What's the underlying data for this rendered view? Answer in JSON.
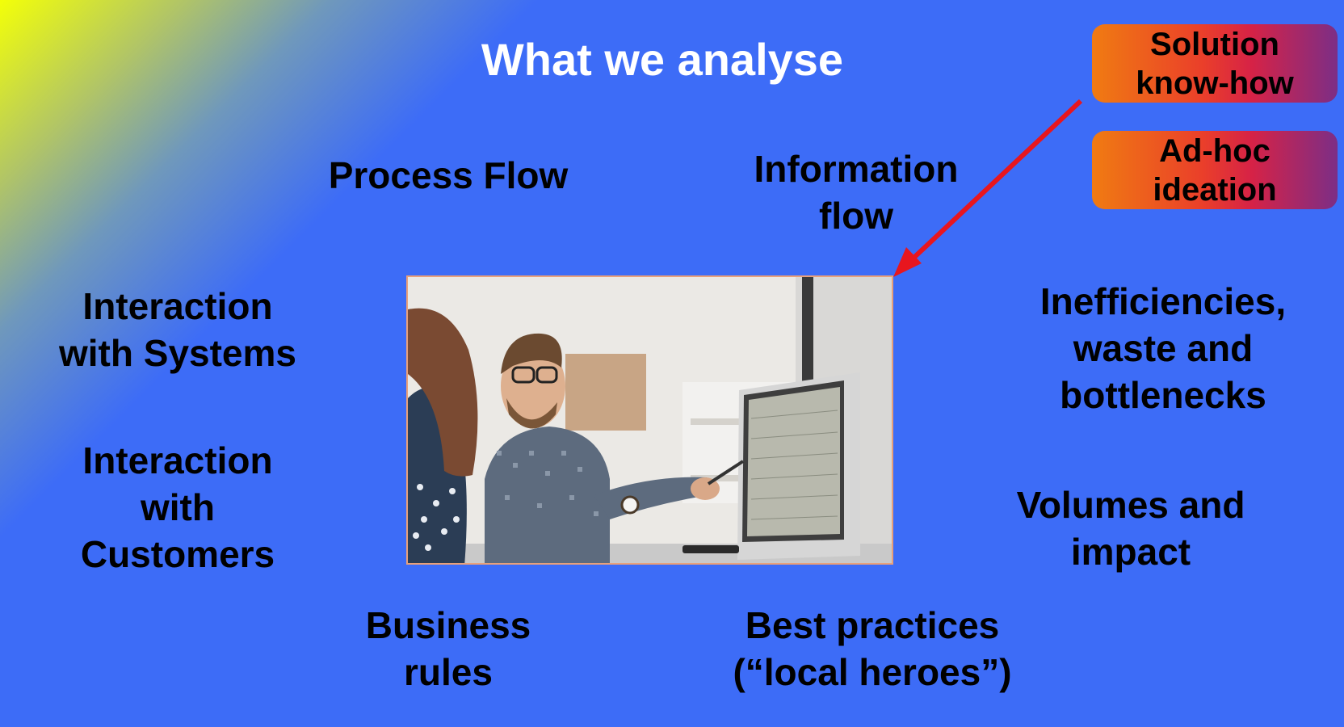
{
  "slide": {
    "title": "What we analyse",
    "labels": {
      "process_flow": [
        "Process Flow"
      ],
      "information_flow": [
        "Information",
        "flow"
      ],
      "interaction_systems": [
        "Interaction",
        "with Systems"
      ],
      "interaction_customers": [
        "Interaction",
        "with",
        "Customers"
      ],
      "inefficiencies": [
        "Inefficiencies,",
        "waste and",
        "bottlenecks"
      ],
      "volumes": [
        "Volumes and",
        "impact"
      ],
      "business_rules": [
        "Business",
        "rules"
      ],
      "best_practices": [
        "Best practices",
        "(“local heroes”)"
      ]
    },
    "tags": {
      "solution": [
        "Solution",
        "know-how"
      ],
      "adhoc": [
        "Ad-hoc",
        "ideation"
      ]
    }
  },
  "colors": {
    "background": "#3d6cf7",
    "gradient_corner": "#f3ff08",
    "arrow": "#e8161e",
    "tag_gradient": [
      "#f07b12",
      "#d62246",
      "#7c2e86"
    ]
  }
}
